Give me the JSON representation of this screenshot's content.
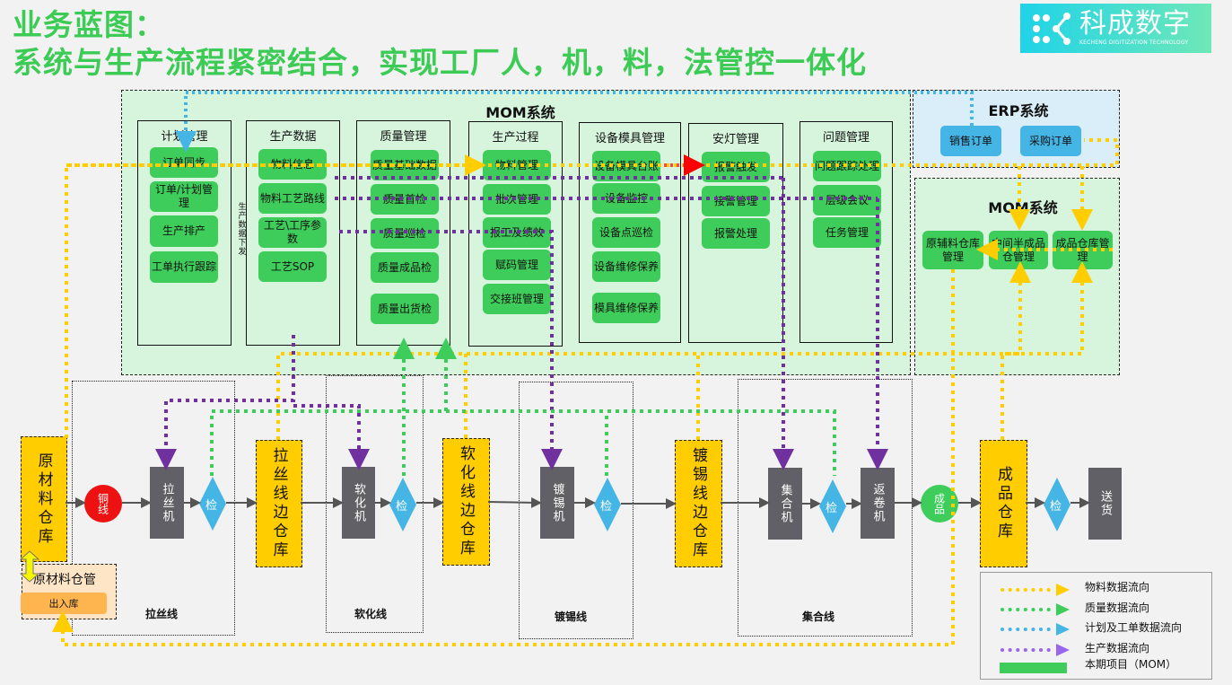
{
  "header": {
    "title_line1": "业务蓝图：",
    "title_line2": "系统与生产流程紧密结合，实现工厂人，机，料，法管控一体化"
  },
  "logo": {
    "name": "科成数字",
    "subtitle": "KECHENG DIGITIZATION TECHNOLOGY",
    "gradient_from": "#1fd3e8",
    "gradient_to": "#6ee8b8"
  },
  "colors": {
    "accent_green": "#3ccb55",
    "module_green": "#3ecd5a",
    "warehouse_yellow": "#ffcd00",
    "inspect_blue": "#45b5e6",
    "machine_gray": "#606066",
    "material_flow": "#ffcd00",
    "quality_flow": "#3ecd5a",
    "plan_flow": "#45b5e6",
    "production_flow": "#7030a0"
  },
  "mom_main": {
    "title": "MOM系统",
    "side_note": "生产数据下发",
    "modules": [
      {
        "title": "计划管理",
        "items": [
          "订单同步",
          "订单/计划管理",
          "生产排产",
          "工单执行跟踪"
        ]
      },
      {
        "title": "生产数据",
        "items": [
          "物料信息",
          "物料工艺路线",
          "工艺\\工序参数",
          "工艺SOP"
        ]
      },
      {
        "title": "质量管理",
        "items": [
          "质量基础数据",
          "质量首检",
          "质量巡检",
          "质量成品检",
          "质量出货检"
        ]
      },
      {
        "title": "生产过程",
        "items": [
          "物料管理",
          "批次管理",
          "报工及绩效",
          "赋码管理",
          "交接班管理"
        ]
      },
      {
        "title": "设备模具管理",
        "items": [
          "设备模具台账",
          "设备监控",
          "设备点巡检",
          "设备维修保养",
          "模具维修保养"
        ]
      },
      {
        "title": "安灯管理",
        "items": [
          "报警触发",
          "接警管理",
          "报警处理"
        ]
      },
      {
        "title": "问题管理",
        "items": [
          "问题跟踪处理",
          "层级会议",
          "任务管理"
        ]
      }
    ]
  },
  "erp": {
    "title": "ERP系统",
    "items": [
      "销售订单",
      "采购订单"
    ]
  },
  "mom_wms": {
    "title": "MOM系统",
    "items": [
      "原辅料仓库管理",
      "中间半成品仓管理",
      "成品仓库管理"
    ]
  },
  "flow": {
    "raw_warehouse": "原材料仓库",
    "raw_manager": "原材料仓管",
    "in_out_button": "出入库",
    "copper": "铜线",
    "lines": [
      {
        "label": "拉丝线",
        "machine": "拉丝机",
        "inspect": "检",
        "side_warehouse": "拉丝线边仓库"
      },
      {
        "label": "软化线",
        "machine": "软化机",
        "inspect": "检",
        "side_warehouse": "软化线边仓库"
      },
      {
        "label": "镀锡线",
        "machine": "镀锡机",
        "inspect": "检",
        "side_warehouse": "镀锡线边仓库"
      },
      {
        "label": "集合线",
        "machines": [
          "集合机",
          "返卷机"
        ],
        "inspect": "检"
      }
    ],
    "finished": "成品",
    "finished_warehouse": "成品仓库",
    "final_inspect": "检",
    "delivery": "送货"
  },
  "legend": {
    "items": [
      {
        "label": "物料数据流向",
        "color": "#ffcd00"
      },
      {
        "label": "质量数据流向",
        "color": "#3ecd5a"
      },
      {
        "label": "计划及工单数据流向",
        "color": "#45b5e6"
      },
      {
        "label": "生产数据流向",
        "color": "#9966ee"
      },
      {
        "label": "本期项目（MOM）",
        "color": "#3ecd5a"
      }
    ]
  }
}
